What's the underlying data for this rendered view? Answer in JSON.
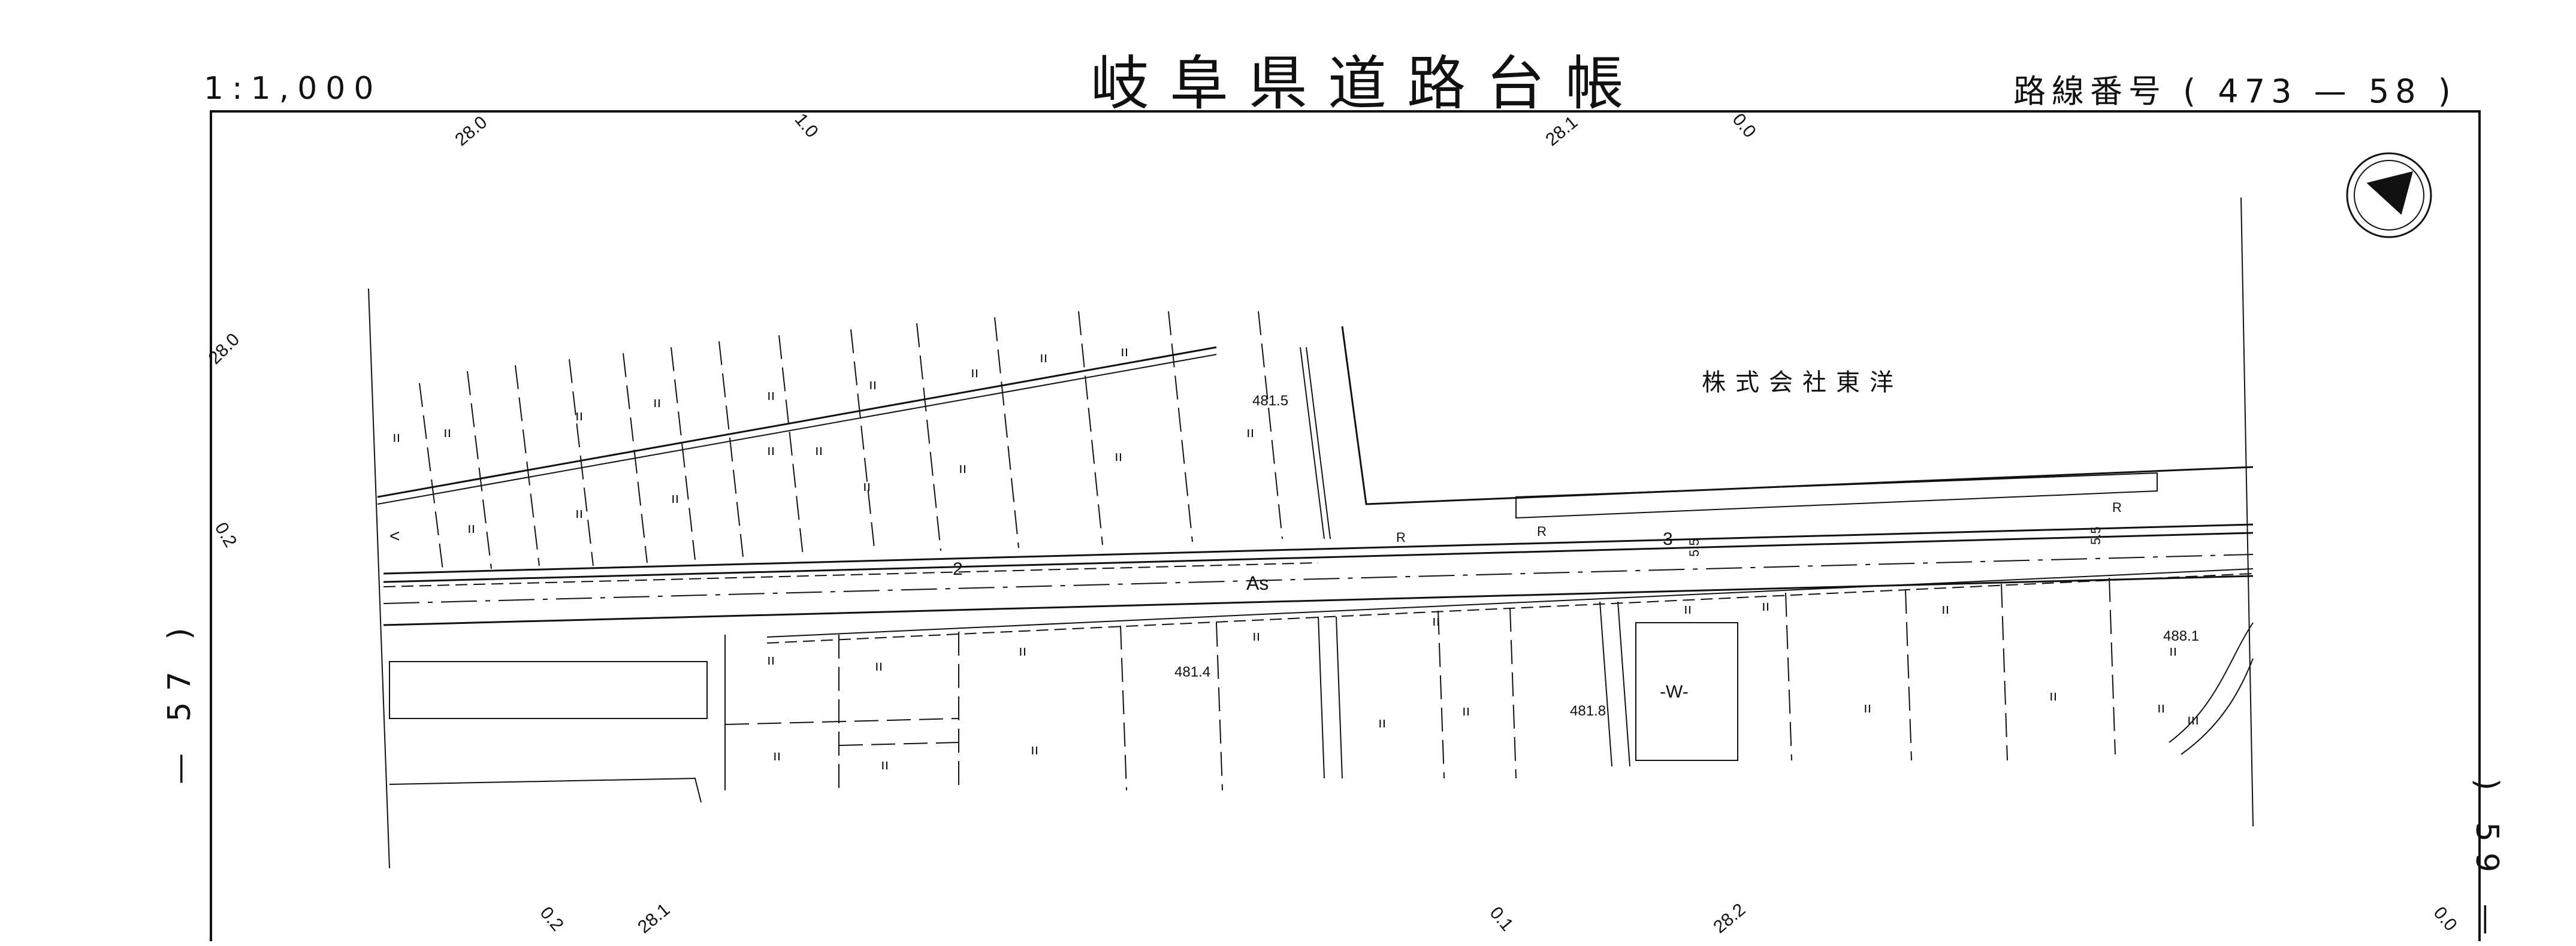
{
  "header": {
    "title": "岐阜県道路台帳",
    "scale": "1:1,000",
    "route_label": "路線番号",
    "route_open": "(",
    "route_number": "473",
    "route_dash": "—",
    "route_sheet": "58",
    "route_close": ")"
  },
  "adjacent_sheets": {
    "left": "— 57 )",
    "right": ") 59 —"
  },
  "map": {
    "company_label": "株式会社東洋",
    "pavement_label": "As",
    "water_label": "-W-",
    "section_marks": [
      "2",
      "3"
    ],
    "width_marks": [
      "5.5",
      "5.5"
    ],
    "curve_marks": [
      "R",
      "R",
      "R"
    ],
    "elevations": [
      "481.5",
      "481.4",
      "481.8",
      "488.1"
    ],
    "chainage_top": [
      "28.0",
      "1.0",
      "28.1",
      "0.0"
    ],
    "chainage_left": [
      "28.0",
      "0.2"
    ],
    "chainage_bottom": [
      "0.2",
      "28.1",
      "0.1",
      "28.2",
      "0.0"
    ],
    "crop_mark": "ıı",
    "orchard_mark": "ııı",
    "misc_mark": "<"
  },
  "colors": {
    "ink": "#111111",
    "background": "#ffffff"
  },
  "icons": {
    "north_arrow": "north-arrow-icon"
  }
}
